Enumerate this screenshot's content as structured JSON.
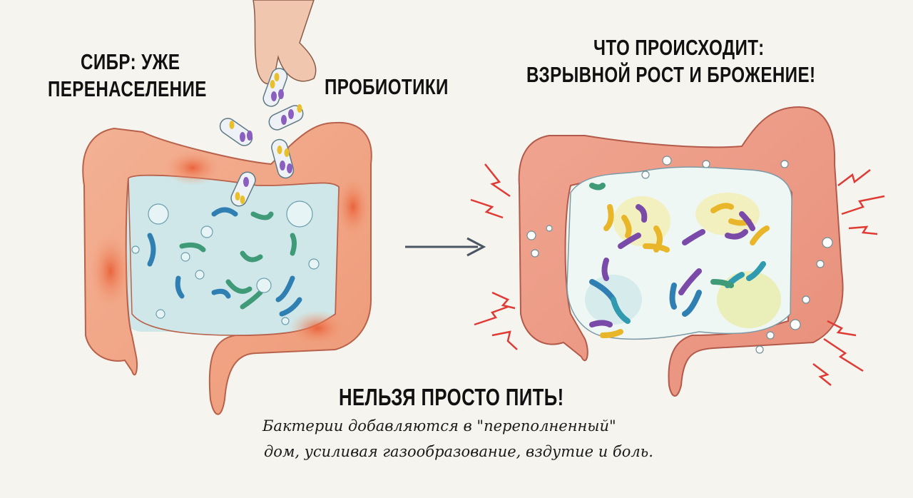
{
  "labels": {
    "left_title_line1": "СИБР: УЖЕ",
    "left_title_line2": "ПЕРЕНАСЕЛЕНИЕ",
    "probiotics": "ПРОБИОТИКИ",
    "right_title_line1": "ЧТО ПРОИСХОДИТ:",
    "right_title_line2": "ВЗРЫВНОЙ РОСТ И БРОЖЕНИЕ!"
  },
  "caption": {
    "heading": "НЕЛЬЗЯ ПРОСТО ПИТЬ!",
    "line1": "Бактерии добавляются в \"переполненный\"",
    "line2": "дом, усиливая газообразование, вздутие и боль."
  },
  "illustrations": {
    "left": "colon-with-sibo",
    "right": "colon-with-fermentation",
    "arrow": "arrow-right-icon",
    "hand": "hand-dropping-capsules"
  },
  "colors": {
    "background": "#f6f4ef",
    "colon": "#eb9a7e",
    "colon_hot": "#e8673f",
    "fluid": "#cfe7e8",
    "bacteria_blue": "#2f7fb3",
    "bacteria_green": "#3f9a78",
    "bacteria_purple": "#7a4aa8",
    "bacteria_yellow": "#e9b62a",
    "pain_red": "#e03a35",
    "arrow": "#4a5563"
  }
}
